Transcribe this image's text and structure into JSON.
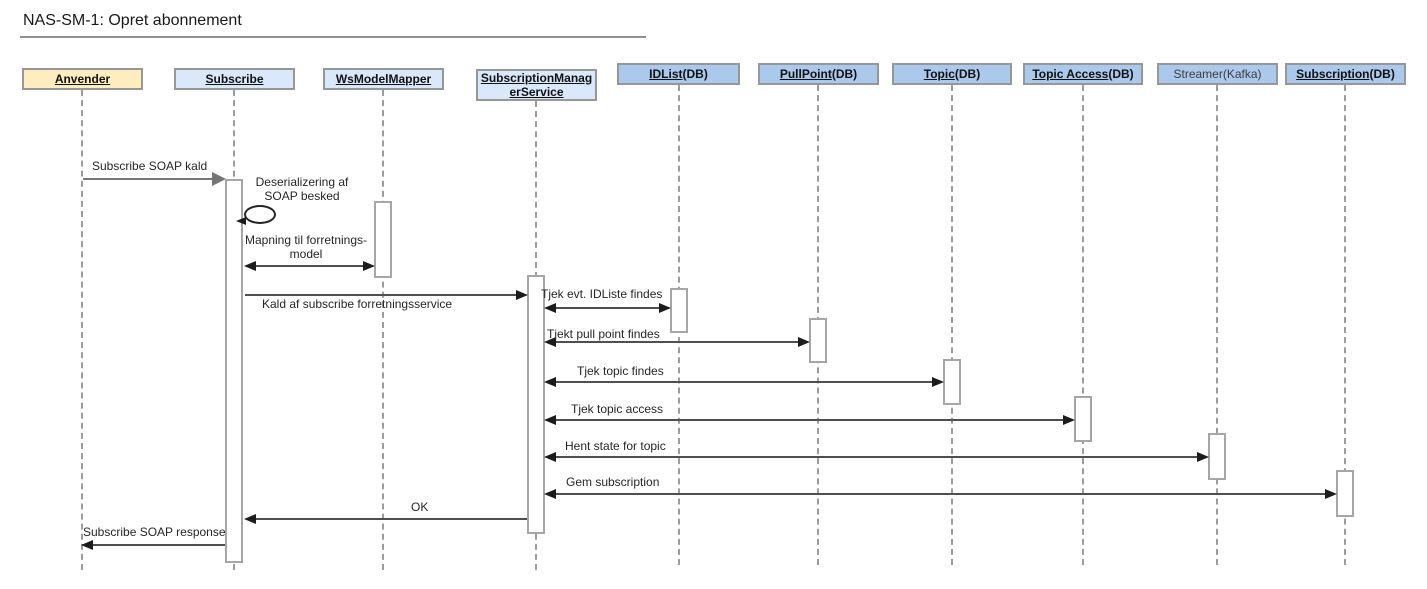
{
  "title": "NAS-SM-1: Opret abonnement",
  "colors": {
    "actor_fill": "#ffecbf",
    "service_fill": "#dae8fc",
    "datastore_fill": "#abc9ec",
    "box_border": "#979797",
    "message_line": "#4f4f4f",
    "first_message_line": "#757575",
    "lifeline": "#9c9c9c",
    "activation_fill": "#ffffff"
  },
  "participants": [
    {
      "name": "Anvender",
      "suffix": "",
      "kind": "actor"
    },
    {
      "name": "Subscribe",
      "suffix": "",
      "kind": "service"
    },
    {
      "name": "WsModelMapper",
      "suffix": "",
      "kind": "service"
    },
    {
      "name": "SubscriptionManagerService",
      "suffix": "",
      "kind": "service"
    },
    {
      "name": "IDList",
      "suffix": "(DB)",
      "kind": "datastore"
    },
    {
      "name": "PullPoint",
      "suffix": "(DB)",
      "kind": "datastore"
    },
    {
      "name": "Topic",
      "suffix": "(DB)",
      "kind": "datastore"
    },
    {
      "name": "Topic Access",
      "suffix": "(DB)",
      "kind": "datastore"
    },
    {
      "name": "Streamer(Kafka)",
      "suffix": "",
      "kind": "datastore"
    },
    {
      "name": "Subscription",
      "suffix": "(DB)",
      "kind": "datastore"
    }
  ],
  "messages": [
    {
      "label": "Subscribe SOAP kald",
      "from": "Anvender",
      "to": "Subscribe",
      "arrow": "solid-right"
    },
    {
      "label": "Deserializering af SOAP besked",
      "from": "Subscribe",
      "to": "Subscribe",
      "arrow": "self-loop"
    },
    {
      "label": "Mapning til forretnings-model",
      "from": "Subscribe",
      "to": "WsModelMapper",
      "arrow": "double"
    },
    {
      "label": "Kald af subscribe forretningsservice",
      "from": "Subscribe",
      "to": "SubscriptionManagerService",
      "arrow": "solid-right"
    },
    {
      "label": "Tjek evt. IDListe findes",
      "from": "SubscriptionManagerService",
      "to": "IDList(DB)",
      "arrow": "double"
    },
    {
      "label": "Tjekt pull point findes",
      "from": "SubscriptionManagerService",
      "to": "PullPoint(DB)",
      "arrow": "double"
    },
    {
      "label": "Tjek topic findes",
      "from": "SubscriptionManagerService",
      "to": "Topic(DB)",
      "arrow": "double"
    },
    {
      "label": "Tjek topic access",
      "from": "SubscriptionManagerService",
      "to": "Topic Access(DB)",
      "arrow": "double"
    },
    {
      "label": "Hent state for topic",
      "from": "SubscriptionManagerService",
      "to": "Streamer(Kafka)",
      "arrow": "double"
    },
    {
      "label": "Gem subscription",
      "from": "SubscriptionManagerService",
      "to": "Subscription(DB)",
      "arrow": "double"
    },
    {
      "label": "OK",
      "from": "SubscriptionManagerService",
      "to": "Subscribe",
      "arrow": "solid-left"
    },
    {
      "label": "Subscribe SOAP response",
      "from": "Subscribe",
      "to": "Anvender",
      "arrow": "solid-left"
    }
  ]
}
